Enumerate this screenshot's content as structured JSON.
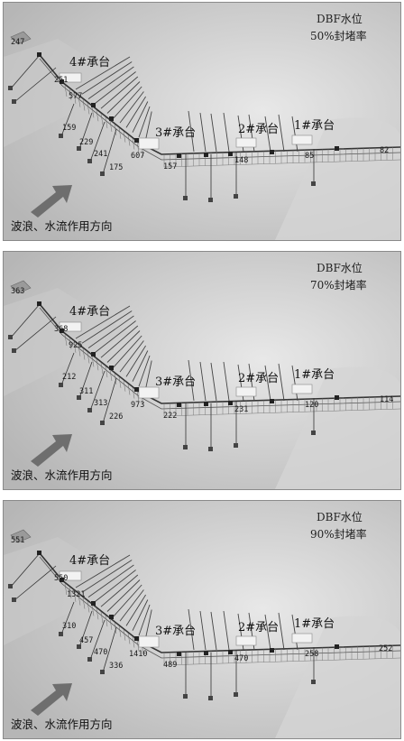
{
  "panels": [
    {
      "title_line1": "DBF水位",
      "title_line2": "50%封堵率",
      "caps": {
        "c4": "4#承台",
        "c3": "3#承台",
        "c2": "2#承台",
        "c1": "1#承台"
      },
      "direction": "波浪、水流作用方向",
      "values": {
        "v_top": "247",
        "v_251": "251",
        "v_577": "577",
        "v_159": "159",
        "v_229": "229",
        "v_241": "241",
        "v_175": "175",
        "v_607": "607",
        "v_157": "157",
        "v_148": "148",
        "v_85": "85",
        "v_82": "82"
      }
    },
    {
      "title_line1": "DBF水位",
      "title_line2": "70%封堵率",
      "caps": {
        "c4": "4#承台",
        "c3": "3#承台",
        "c2": "2#承台",
        "c1": "1#承台"
      },
      "direction": "波浪、水流作用方向",
      "values": {
        "v_top": "363",
        "v_251": "368",
        "v_577": "925",
        "v_159": "212",
        "v_229": "311",
        "v_241": "313",
        "v_175": "226",
        "v_607": "973",
        "v_157": "222",
        "v_148": "231",
        "v_85": "120",
        "v_82": "114"
      }
    },
    {
      "title_line1": "DBF水位",
      "title_line2": "90%封堵率",
      "caps": {
        "c4": "4#承台",
        "c3": "3#承台",
        "c2": "2#承台",
        "c1": "1#承台"
      },
      "direction": "波浪、水流作用方向",
      "values": {
        "v_top": "551",
        "v_251": "550",
        "v_577": "1321",
        "v_159": "310",
        "v_229": "457",
        "v_241": "470",
        "v_175": "336",
        "v_607": "1410",
        "v_157": "489",
        "v_148": "470",
        "v_85": "258",
        "v_82": "252"
      }
    }
  ]
}
